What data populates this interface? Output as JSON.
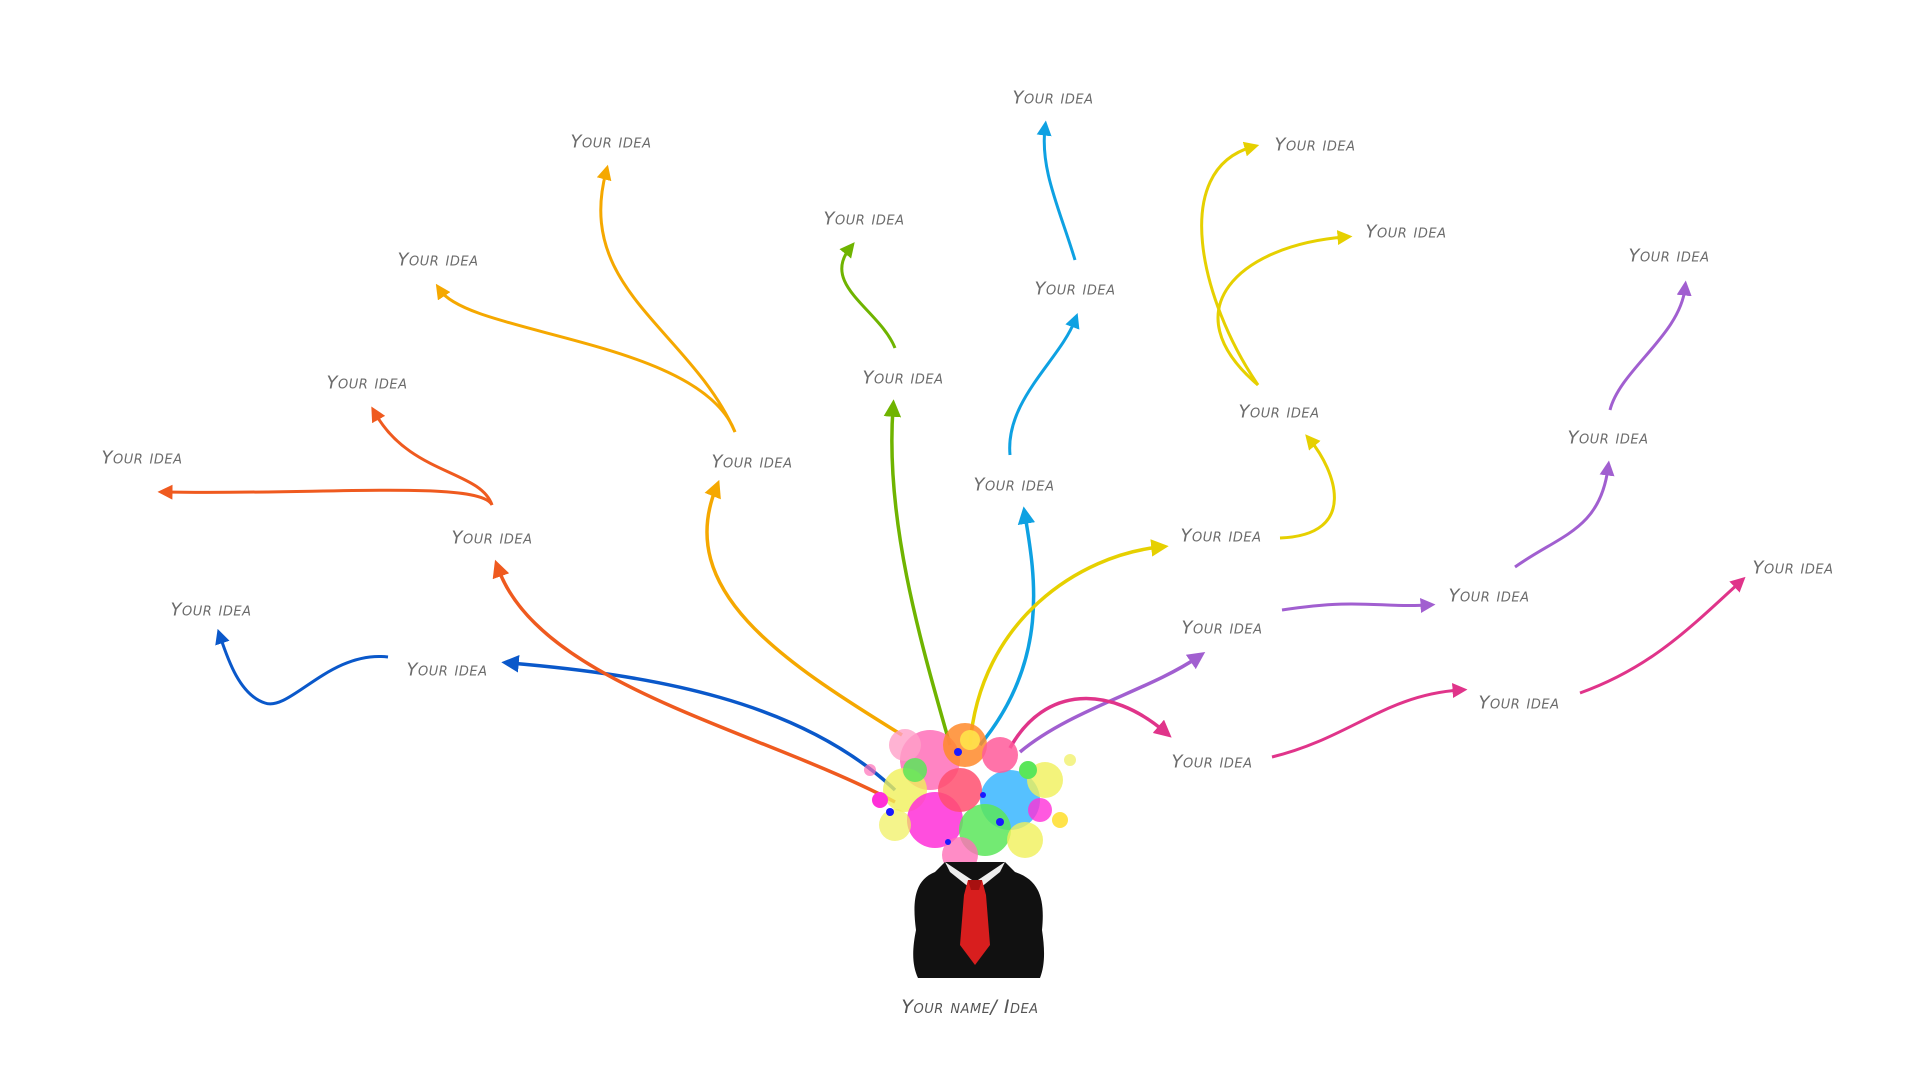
{
  "center": {
    "label": "Your name/ Idea"
  },
  "nodes": [
    {
      "label": "Your idea",
      "color": "#0a58ca"
    },
    {
      "label": "Your idea",
      "color": "#0a58ca"
    },
    {
      "label": "Your idea",
      "color": "#ef5a1f"
    },
    {
      "label": "Your idea",
      "color": "#ef5a1f"
    },
    {
      "label": "Your idea",
      "color": "#ef5a1f"
    },
    {
      "label": "Your idea",
      "color": "#f5a800"
    },
    {
      "label": "Your idea",
      "color": "#f5a800"
    },
    {
      "label": "Your idea",
      "color": "#f5a800"
    },
    {
      "label": "Your idea",
      "color": "#6fb400"
    },
    {
      "label": "Your idea",
      "color": "#6fb400"
    },
    {
      "label": "Your idea",
      "color": "#0ea1e2"
    },
    {
      "label": "Your idea",
      "color": "#0ea1e2"
    },
    {
      "label": "Your idea",
      "color": "#0ea1e2"
    },
    {
      "label": "Your idea",
      "color": "#e6d000"
    },
    {
      "label": "Your idea",
      "color": "#e6d000"
    },
    {
      "label": "Your idea",
      "color": "#e6d000"
    },
    {
      "label": "Your idea",
      "color": "#e6d000"
    },
    {
      "label": "Your idea",
      "color": "#a15fd0"
    },
    {
      "label": "Your idea",
      "color": "#a15fd0"
    },
    {
      "label": "Your idea",
      "color": "#a15fd0"
    },
    {
      "label": "Your idea",
      "color": "#a15fd0"
    },
    {
      "label": "Your idea",
      "color": "#e0348a"
    },
    {
      "label": "Your idea",
      "color": "#e0348a"
    },
    {
      "label": "Your idea",
      "color": "#e0348a"
    }
  ]
}
